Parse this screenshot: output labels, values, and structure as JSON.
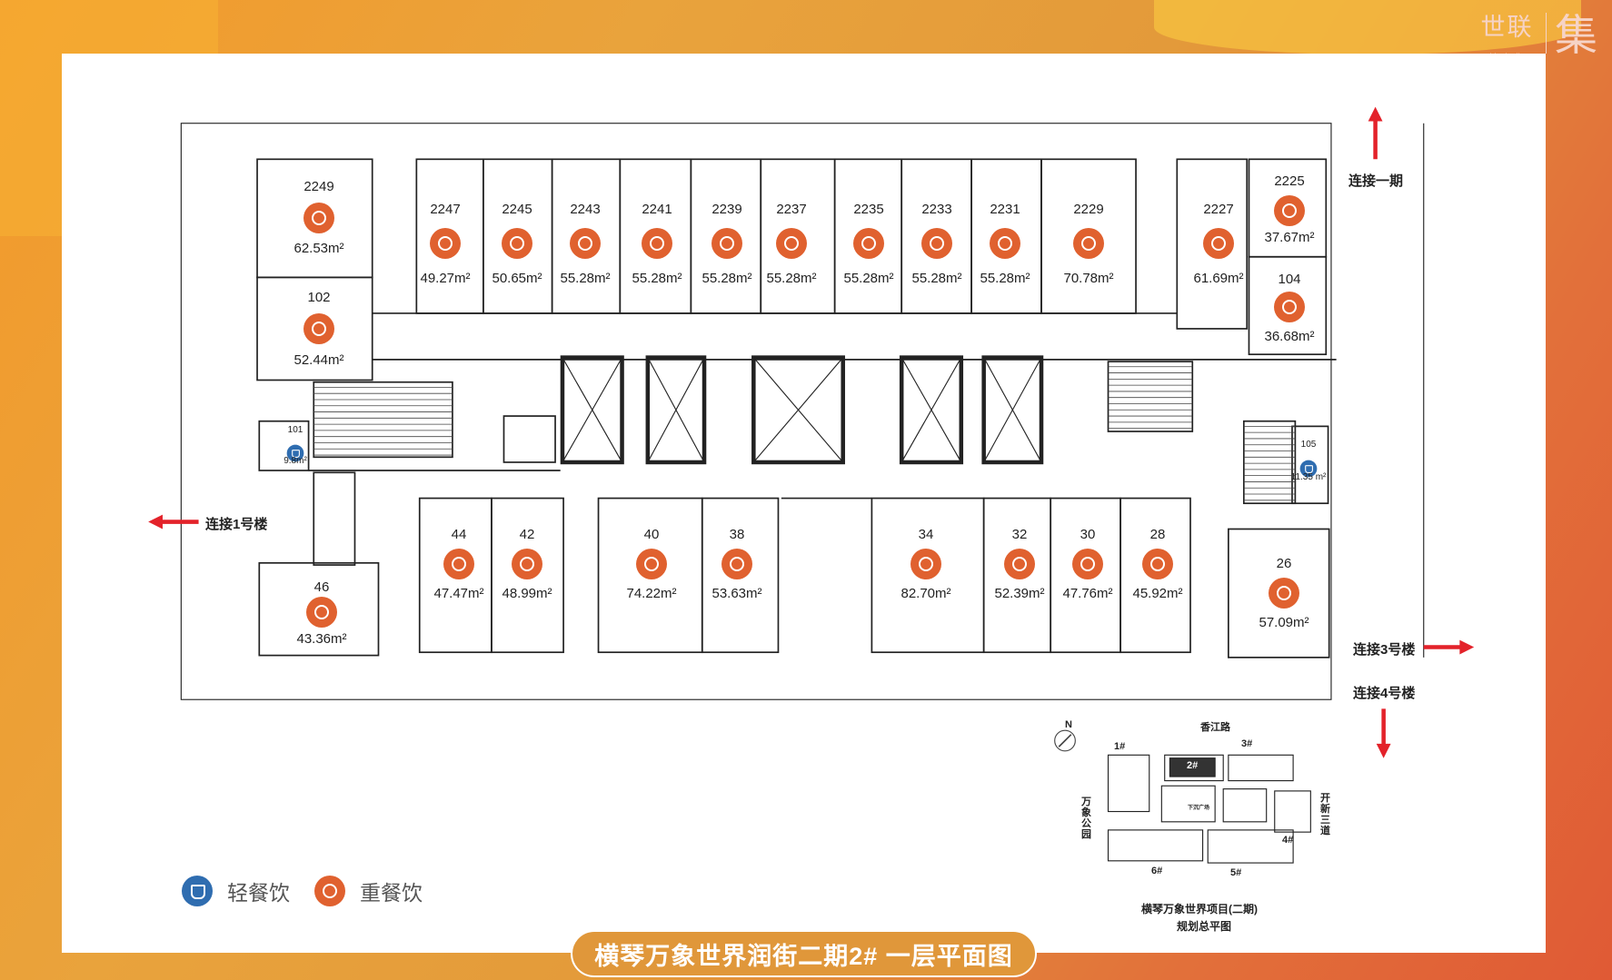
{
  "logo": {
    "brand": "世联",
    "url": "worldunionji.com",
    "mark": "集"
  },
  "title": "横琴万象世界润街二期2#  一层平面图",
  "colors": {
    "heavy": "#e0612f",
    "light": "#2f6db0",
    "banner": "#e0973a"
  },
  "directions": {
    "phase1": "连接一期",
    "bldg1": "连接1号楼",
    "bldg3": "连接3号楼",
    "bldg4": "连接4号楼"
  },
  "units": [
    {
      "no": "2249",
      "area": "62.53m²",
      "type": "heavy"
    },
    {
      "no": "102",
      "area": "52.44m²",
      "type": "heavy"
    },
    {
      "no": "2247",
      "area": "49.27m²",
      "type": "heavy"
    },
    {
      "no": "2245",
      "area": "50.65m²",
      "type": "heavy"
    },
    {
      "no": "2243",
      "area": "55.28m²",
      "type": "heavy"
    },
    {
      "no": "2241",
      "area": "55.28m²",
      "type": "heavy"
    },
    {
      "no": "2239",
      "area": "55.28m²",
      "type": "heavy"
    },
    {
      "no": "2237",
      "area": "55.28m²",
      "type": "heavy"
    },
    {
      "no": "2235",
      "area": "55.28m²",
      "type": "heavy"
    },
    {
      "no": "2233",
      "area": "55.28m²",
      "type": "heavy"
    },
    {
      "no": "2231",
      "area": "55.28m²",
      "type": "heavy"
    },
    {
      "no": "2229",
      "area": "70.78m²",
      "type": "heavy"
    },
    {
      "no": "2227",
      "area": "61.69m²",
      "type": "heavy"
    },
    {
      "no": "2225",
      "area": "37.67m²",
      "type": "heavy"
    },
    {
      "no": "104",
      "area": "36.68m²",
      "type": "heavy"
    },
    {
      "no": "101",
      "area": "9.8m²",
      "type": "light"
    },
    {
      "no": "105",
      "area": "11.35 m²",
      "type": "light"
    },
    {
      "no": "44",
      "area": "47.47m²",
      "type": "heavy"
    },
    {
      "no": "42",
      "area": "48.99m²",
      "type": "heavy"
    },
    {
      "no": "40",
      "area": "74.22m²",
      "type": "heavy"
    },
    {
      "no": "38",
      "area": "53.63m²",
      "type": "heavy"
    },
    {
      "no": "34",
      "area": "82.70m²",
      "type": "heavy"
    },
    {
      "no": "32",
      "area": "52.39m²",
      "type": "heavy"
    },
    {
      "no": "30",
      "area": "47.76m²",
      "type": "heavy"
    },
    {
      "no": "28",
      "area": "45.92m²",
      "type": "heavy"
    },
    {
      "no": "46",
      "area": "43.36m²",
      "type": "heavy"
    },
    {
      "no": "26",
      "area": "57.09m²",
      "type": "heavy"
    }
  ],
  "legend": {
    "light": "轻餐饮",
    "heavy": "重餐饮"
  },
  "site_plan": {
    "compass": "N",
    "road_north": "香江路",
    "road_west": "万象公园",
    "road_east": "开新三道",
    "plaza": "下沉广场",
    "buildings": [
      "1#",
      "2#",
      "3#",
      "4#",
      "5#",
      "6#"
    ],
    "caption1": "横琴万象世界项目(二期)",
    "caption2": "规划总平图"
  }
}
